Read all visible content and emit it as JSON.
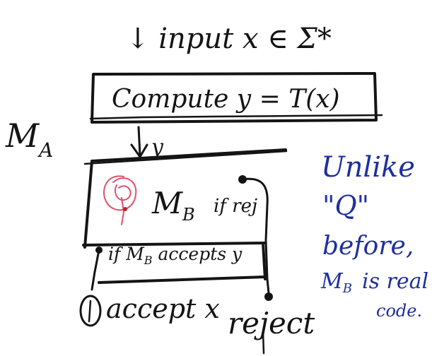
{
  "input_label": "↓ input x ∈ Σ*",
  "compute_label": "Compute y = T(x)",
  "machine_a_label": "M",
  "machine_a_subscript": "A",
  "y_label": "y",
  "mb_label": "M",
  "mb_subscript": "B",
  "if_rej_label": "if rej",
  "if_accepts_label": "if M",
  "if_accepts_subscript": "B",
  "if_accepts_rest": " accepts y",
  "accept_label": "accept x",
  "reject_label": "reject",
  "note_lines": [
    "Unlike",
    "\"Q\"",
    "before,",
    "M",
    "is real",
    "code."
  ],
  "note_mb_subscript": "B",
  "colors": {
    "ink": "#141414",
    "note": "#1f2f9e",
    "doodle": "#e0506a"
  }
}
